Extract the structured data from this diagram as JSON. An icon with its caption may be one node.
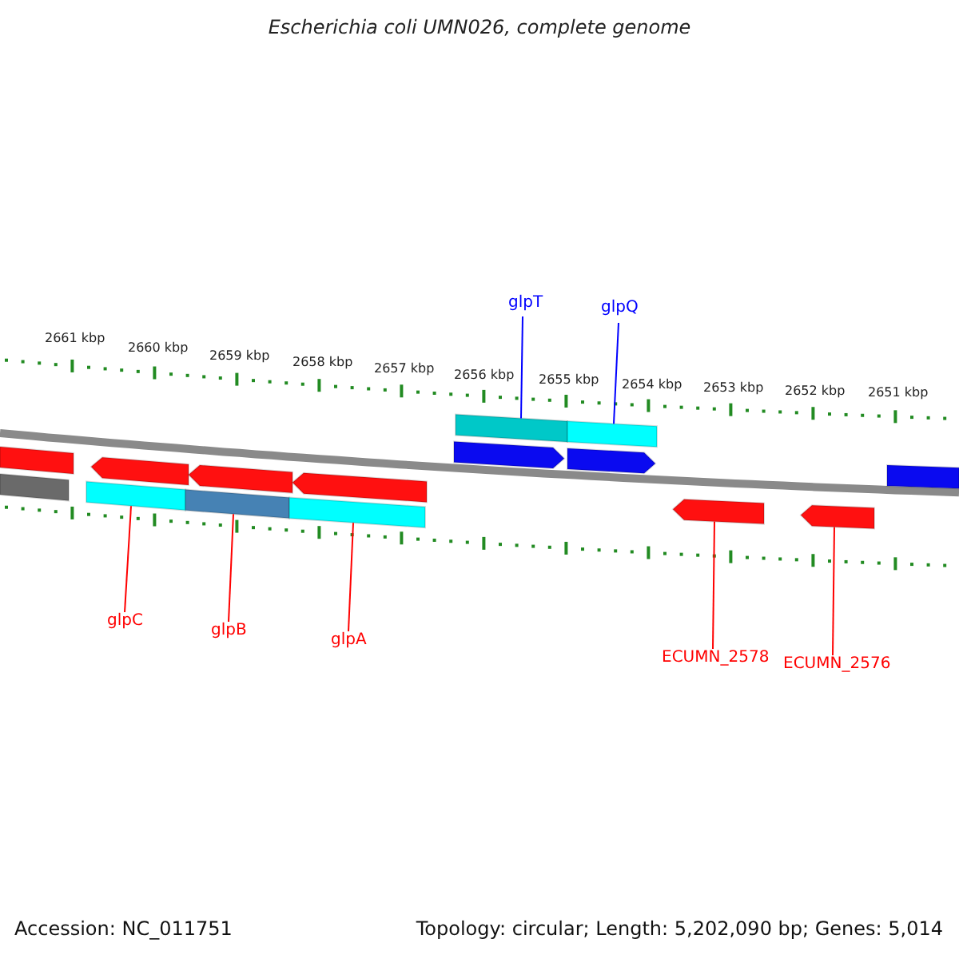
{
  "diagram": {
    "title": "Escherichia coli UMN026, complete genome",
    "nodes": [
      {
        "text": [
          "glpT"
        ]
      },
      {
        "text": [
          "glpQ"
        ]
      },
      {
        "text": [
          "glpC"
        ]
      },
      {
        "text": [
          "glpB"
        ]
      },
      {
        "text": [
          "glpA"
        ]
      },
      {
        "text": [
          "ECUMN_2578"
        ]
      },
      {
        "text": [
          "ECUMN_2576"
        ]
      },
      {
        "text": [],
        "shape": "bar"
      },
      {
        "text": [],
        "shape": "bar"
      },
      {
        "text": [],
        "shape": "arrow"
      },
      {
        "text": [],
        "shape": "arrow"
      },
      {
        "text": [],
        "shape": "bar"
      },
      {
        "text": [],
        "shape": "bar"
      },
      {
        "text": [],
        "shape": "arrow"
      },
      {
        "text": [],
        "shape": "arrow"
      },
      {
        "text": [],
        "shape": "arrow"
      },
      {
        "text": [],
        "shape": "bar"
      },
      {
        "text": [],
        "shape": "bar"
      },
      {
        "text": [],
        "shape": "bar"
      },
      {
        "text": [],
        "shape": "bar"
      },
      {
        "text": [],
        "shape": "arrow"
      },
      {
        "text": [],
        "shape": "arrow"
      }
    ],
    "edges": [
      {
        "from": 0,
        "to": 7,
        "arrow": "none",
        "color": "#0000ff"
      },
      {
        "from": 1,
        "to": 8,
        "arrow": "none",
        "color": "#0000ff"
      },
      {
        "from": 2,
        "to": 17,
        "arrow": "none"
      },
      {
        "from": 3,
        "to": 18,
        "arrow": "none"
      },
      {
        "from": 4,
        "to": 19,
        "arrow": "none"
      },
      {
        "from": 5,
        "to": 20,
        "arrow": "none"
      },
      {
        "from": 6,
        "to": 21,
        "arrow": "none"
      }
    ],
    "labels": [
      "2661 kbp",
      "2660 kbp",
      "2659 kbp",
      "2658 kbp",
      "2657 kbp",
      "2656 kbp",
      "2655 kbp",
      "2654 kbp",
      "2653 kbp",
      "2652 kbp",
      "2651 kbp",
      "Accession: NC_011751",
      "Topology: circular; Length: 5,202,090 bp; Genes: 5,014"
    ]
  }
}
